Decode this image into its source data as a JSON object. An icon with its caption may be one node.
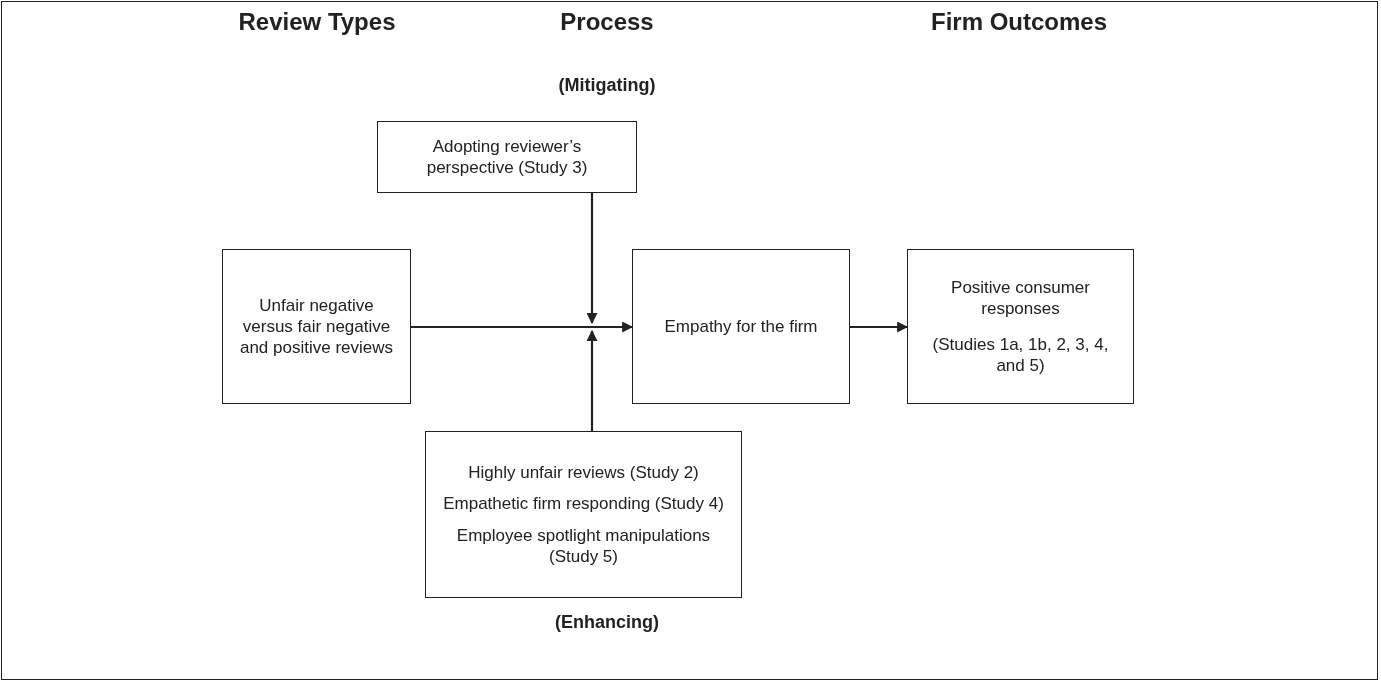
{
  "diagram": {
    "nodes": [
      {
        "text": [
          "Unfair negative versus fair negative and positive reviews"
        ]
      },
      {
        "text": [
          "Adopting reviewer’s perspective (Study 3)"
        ]
      },
      {
        "text": [
          "Empathy for the firm"
        ]
      },
      {
        "text": [
          "Positive consumer responses",
          "(Studies 1a, 1b, 2, 3, 4, and 5)"
        ]
      },
      {
        "text": [
          "Highly unfair reviews (Study 2)",
          "Empathetic firm responding (Study 4)",
          "Employee spotlight manipulations (Study 5)"
        ]
      }
    ],
    "edges": [
      {
        "from": 0,
        "to": 2,
        "arrow": "to"
      },
      {
        "from": 1,
        "to": null,
        "arrow": "to"
      },
      {
        "from": 4,
        "to": null,
        "arrow": "to"
      },
      {
        "from": 2,
        "to": 3,
        "arrow": "to"
      }
    ],
    "labels": [
      "Review Types",
      "Process",
      "Firm Outcomes",
      "(Mitigating)",
      "(Enhancing)"
    ]
  }
}
